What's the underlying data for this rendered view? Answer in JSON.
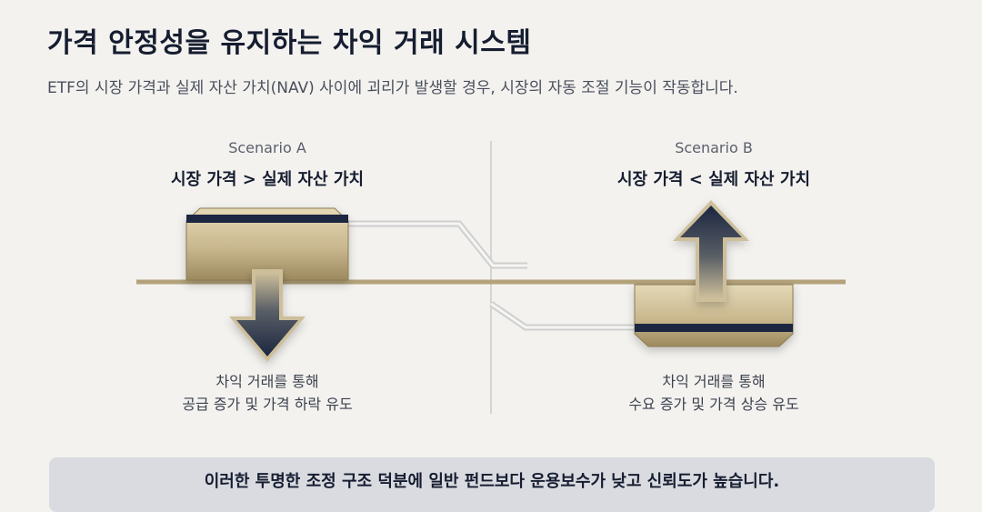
{
  "header": {
    "title": "가격 안정성을 유지하는 차익 거래 시스템",
    "subtitle": "ETF의 시장 가격과 실제 자산 가치(NAV) 사이에 괴리가 발생할 경우, 시장의 자동 조절 기능이 작동합니다."
  },
  "scenario_a": {
    "label": "Scenario A",
    "title": "시장 가격 > 실제 자산 가치",
    "caption_line1": "차익 거래를 통해",
    "caption_line2": "공급 증가 및 가격 하락 유도",
    "arrow": "down-arrow"
  },
  "scenario_b": {
    "label": "Scenario B",
    "title": "시장 가격 < 실제 자산 가치",
    "caption_line1": "차익 거래를 통해",
    "caption_line2": "수요 증가 및 가격 상승 유도",
    "arrow": "up-arrow"
  },
  "footer": {
    "text": "이러한 투명한 조정 구조 덕분에 일반 펀드보다 운용보수가 낮고 신뢰도가 높습니다."
  },
  "colors": {
    "navy": "#1b2640",
    "gold": "#b4a27a",
    "gold_light": "#e0d3b0",
    "background": "#f3f2ef"
  }
}
